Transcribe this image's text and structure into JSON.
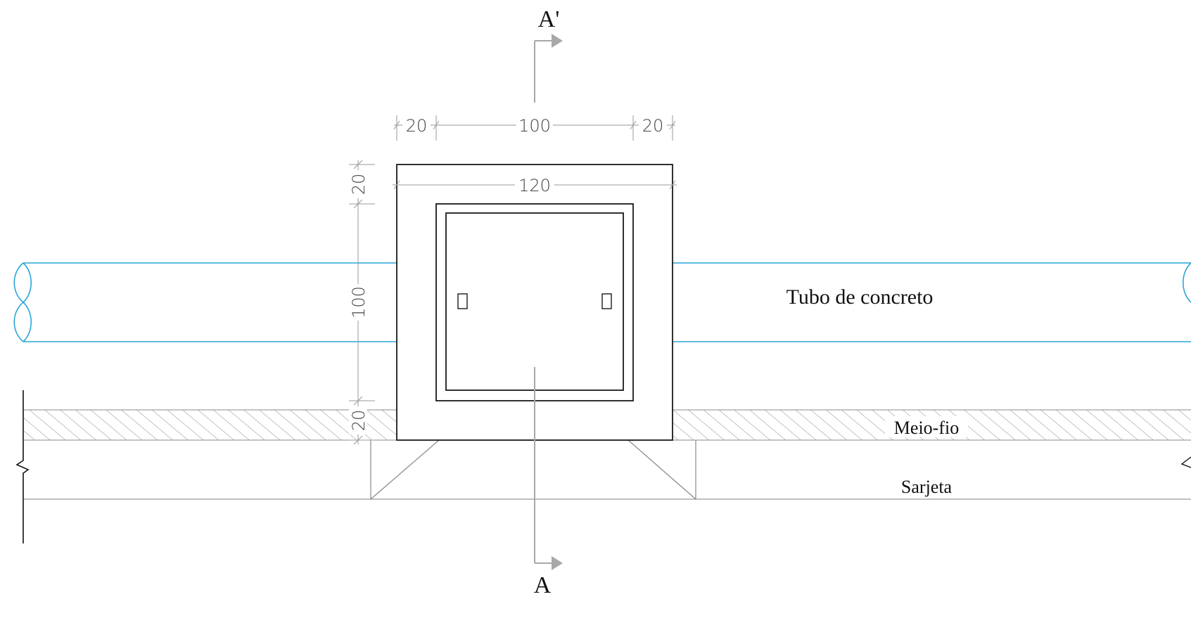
{
  "section_marker": {
    "top_label": "A'",
    "bottom_label": "A"
  },
  "labels": {
    "pipe": "Tubo de concreto",
    "curb": "Meio-fio",
    "gutter": "Sarjeta"
  },
  "dimensions": {
    "top_left": "20",
    "top_center": "100",
    "top_right": "20",
    "inner_width": "120",
    "left_top": "20",
    "left_middle": "100",
    "left_bottom": "20"
  },
  "colors": {
    "outline": "#1a1a1a",
    "pipe": "#2aa6d8",
    "dimension": "#9a9a9a",
    "section_line": "#a8a8a8",
    "hatch": "#8a8a8a"
  }
}
